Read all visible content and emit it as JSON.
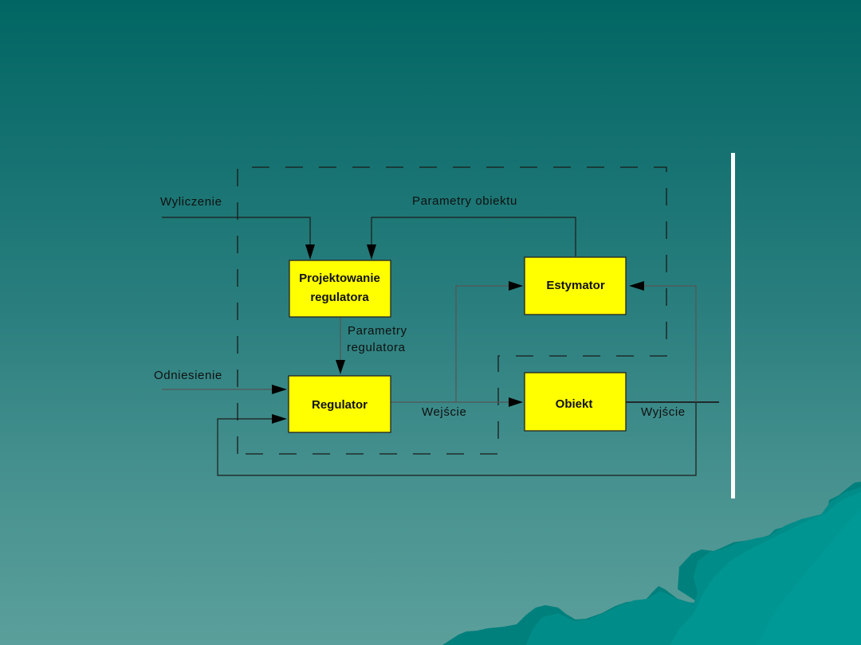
{
  "slide": {
    "background_top": "#016663",
    "background_bottom": "#5b9f9b",
    "divider_color": "#ffffff",
    "mountain_colors": [
      "#00807d",
      "#008c88",
      "#009591",
      "#009995"
    ]
  },
  "diagram": {
    "title": "",
    "block_color": "#ffff00",
    "blocks": {
      "design": {
        "line1": "Projektowanie",
        "line2": "regulatora"
      },
      "estimator": {
        "label": "Estymator"
      },
      "regulator": {
        "label": "Regulator"
      },
      "plant": {
        "label": "Obiekt"
      }
    },
    "signals": {
      "computation": "Wyliczenie",
      "plant_params": "Parametry obiektu",
      "regulator_params_1": "Parametry",
      "regulator_params_2": "regulatora",
      "reference": "Odniesienie",
      "input": "Wejście",
      "output": "Wyjście"
    },
    "edges": [
      {
        "from": "computation",
        "to": "design"
      },
      {
        "from": "estimator",
        "to": "design",
        "label": "Parametry obiektu"
      },
      {
        "from": "design",
        "to": "regulator",
        "label": "Parametry regulatora"
      },
      {
        "from": "reference",
        "to": "regulator"
      },
      {
        "from": "output",
        "to": "regulator",
        "type": "feedback"
      },
      {
        "from": "regulator",
        "to": "plant",
        "label": "Wejście"
      },
      {
        "from": "regulator",
        "to": "estimator"
      },
      {
        "from": "plant",
        "to": "estimator"
      },
      {
        "from": "plant",
        "to": "output",
        "label": "Wyjście"
      }
    ]
  }
}
